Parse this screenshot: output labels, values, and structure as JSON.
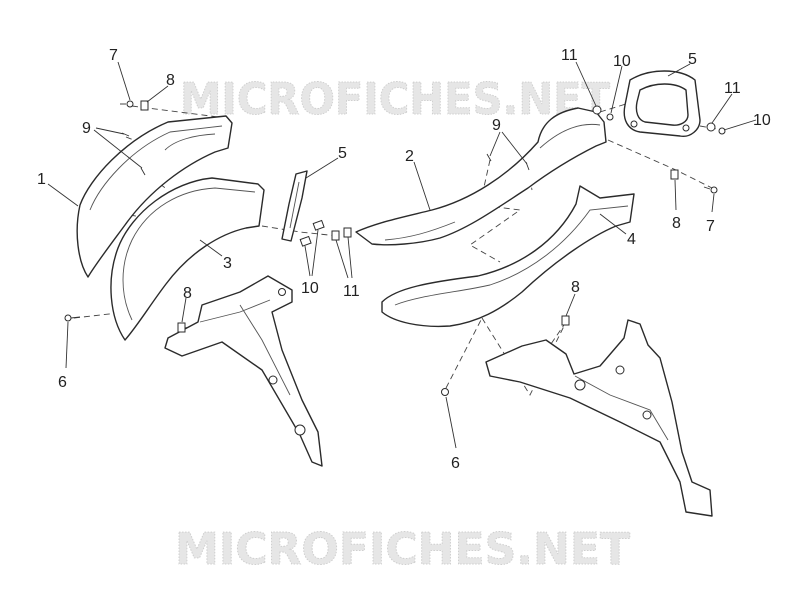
{
  "watermark": "MICROFICHES.NET",
  "callouts": [
    "7",
    "8",
    "9",
    "1",
    "5",
    "2",
    "9",
    "11",
    "10",
    "5",
    "11",
    "10",
    "3",
    "10",
    "11",
    "8",
    "6",
    "8",
    "4",
    "8",
    "7",
    "6"
  ],
  "colors": {
    "line": "#2b2b2b",
    "watermark": "#cfcfcf"
  }
}
